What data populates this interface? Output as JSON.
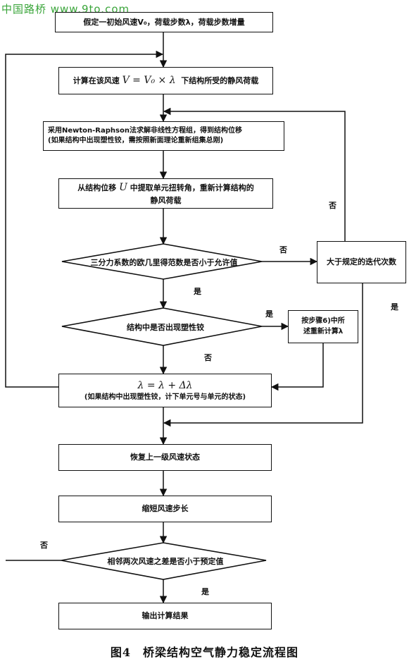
{
  "watermark": "中国路桥 www.9to.com",
  "nodes": {
    "init": "假定一初始风速V₀，荷载步数λ，荷载步数增量",
    "load_prefix": "计算在该风速",
    "load_formula": "V = V₀ × λ",
    "load_suffix": "下结构所受的静风荷载",
    "newton_line1": "采用Newton-Raphson法求解非线性方程组，得到结构位移",
    "newton_line2": "(如果结构中出现塑性铰，需按照新面理论重新组集总刚)",
    "disp_prefix": "从结构位移",
    "disp_symbol": "U",
    "disp_suffix": "中提取单元扭转角，重新计算结构的",
    "disp_line2": "静风荷载",
    "decision_norm": "三分力系数的欧几里得范数是否小于允许值",
    "iter_limit": "大于规定的迭代次数",
    "decision_plastic": "结构中是否出现塑性铰",
    "recalc_line1": "按步骤6)中所",
    "recalc_line2": "述重新计算λ",
    "update_formula": "λ = λ + Δλ",
    "update_note": "(如果结构中出现塑性铰，计下单元号与单元的状态)",
    "restore": "恢复上一级风速状态",
    "shrink": "缩短风速步长",
    "decision_diff": "相邻两次风速之差是否小于预定值",
    "output": "输出计算结果"
  },
  "labels": {
    "no_iter": "否",
    "no_norm": "否",
    "yes_norm": "是",
    "yes_plastic": "是",
    "no_plastic": "否",
    "yes_iter": "是",
    "no_diff": "否",
    "yes_diff": "是"
  },
  "caption": "图4　桥梁结构空气静力稳定流程图"
}
